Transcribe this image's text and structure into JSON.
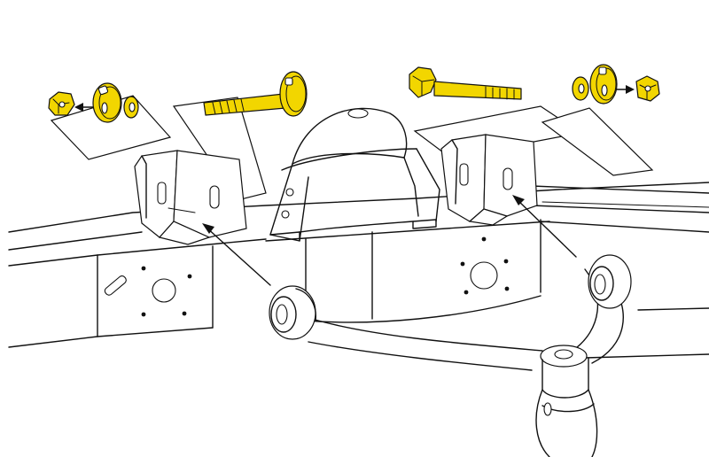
{
  "colors": {
    "hardware": "#f2d600",
    "ink": "#111111",
    "background": "#ffffff"
  },
  "parts": [
    {
      "name": "left-nut",
      "color": "hardware"
    },
    {
      "name": "left-cam-washer",
      "color": "hardware"
    },
    {
      "name": "left-washer",
      "color": "hardware"
    },
    {
      "name": "left-cam-bolt",
      "color": "hardware"
    },
    {
      "name": "right-cam-bolt",
      "color": "hardware"
    },
    {
      "name": "right-washer",
      "color": "hardware"
    },
    {
      "name": "right-cam-washer",
      "color": "hardware"
    },
    {
      "name": "right-nut",
      "color": "hardware"
    }
  ]
}
